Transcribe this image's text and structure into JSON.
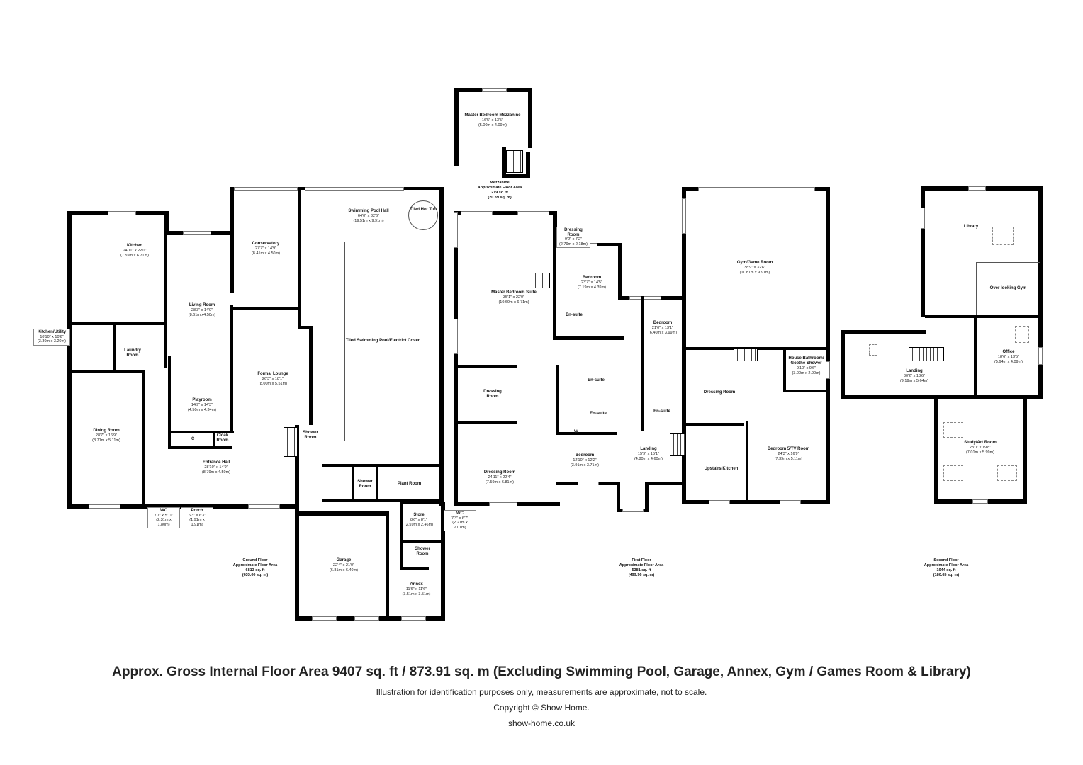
{
  "floors": {
    "ground": {
      "label": "Ground Floor",
      "area_label": "Approximate Floor Area",
      "sqft": "6813 sq. ft",
      "sqm": "(633.00 sq. m)",
      "rooms": {
        "kitchen": {
          "name": "Kitchen",
          "imperial": "24'11\" x 22'0\"",
          "metric": "(7.59m x 6.71m)"
        },
        "kitchen_utility": {
          "name": "Kitchen/Utility",
          "imperial": "10'10\" x 10'6\"",
          "metric": "(3.30m x 3.20m)"
        },
        "laundry": {
          "name": "Laundry Room"
        },
        "living": {
          "name": "Living Room",
          "imperial": "28'3\" x 14'9\"",
          "metric": "(8.61m x4.50m)"
        },
        "conservatory": {
          "name": "Conservatory",
          "imperial": "27'7\" x 14'9\"",
          "metric": "(8.41m x 4.50m)"
        },
        "pool_hall": {
          "name": "Swimming Pool Hall",
          "imperial": "64'0\" x 32'6\"",
          "metric": "(19.51m x 9.91m)"
        },
        "hot_tub": {
          "name": "Tiled Hot Tub"
        },
        "pool": {
          "name": "Tiled Swimming Pool/Electrict Cover"
        },
        "formal_lounge": {
          "name": "Formal Lounge",
          "imperial": "26'3\" x 18'1\"",
          "metric": "(8.00m x 5.51m)"
        },
        "playroom": {
          "name": "Playroom",
          "imperial": "14'9\" x 14'3\"",
          "metric": "(4.50m x 4.34m)"
        },
        "dining": {
          "name": "Dining Room",
          "imperial": "28'7\" x 16'9\"",
          "metric": "(8.71m x 5.11m)"
        },
        "cloak": {
          "name": "Cloak Room"
        },
        "entrance_hall": {
          "name": "Entrance Hall",
          "imperial": "28'10\" x 14'9\"",
          "metric": "(8.79m x 4.50m)"
        },
        "wc1": {
          "name": "WC",
          "imperial": "7'7\" x 5'11\"",
          "metric": "(2.31m x 1.80m)"
        },
        "porch": {
          "name": "Porch",
          "imperial": "6'3\" x 6'3\"",
          "metric": "(1.91m x 1.91m)"
        },
        "shower_room1": {
          "name": "Shower Room"
        },
        "shower_room2": {
          "name": "Shower Room"
        },
        "plant_room": {
          "name": "Plant Room"
        },
        "wc2": {
          "name": "WC",
          "imperial": "7'3\" x 6'7\"",
          "metric": "(2.21m x 2.01m)"
        },
        "store": {
          "name": "Store",
          "imperial": "8'6\" x 8'1\"",
          "metric": "(2.59m x 2.46m)"
        },
        "shower_room3": {
          "name": "Shower Room"
        },
        "garage": {
          "name": "Garage",
          "imperial": "22'4\" x 21'0\"",
          "metric": "(6.81m x 6.40m)"
        },
        "annex": {
          "name": "Annex",
          "imperial": "11'6\" x 11'6\"",
          "metric": "(3.51m x 3.51m)"
        },
        "cupboard": "C"
      }
    },
    "mezzanine": {
      "label": "Mezzanine",
      "area_label": "Approximate Floor Area",
      "sqft": "219 sq. ft",
      "sqm": "(20.39 sq. m)",
      "rooms": {
        "master_mezz": {
          "name": "Master Bedroom Mezzanine",
          "imperial": "16'5\" x 13'5\"",
          "metric": "(5.00m x 4.09m)"
        }
      }
    },
    "first": {
      "label": "First Floor",
      "area_label": "Approximate Floor Area",
      "sqft": "5381 sq. ft",
      "sqm": "(499.96 sq. m)",
      "rooms": {
        "master_suite": {
          "name": "Master Bedroom Suite",
          "imperial": "35'1\" x 22'0\"",
          "metric": "(10.69m x 6.71m)"
        },
        "dressing_small": {
          "name": "Dressing Room",
          "imperial": "9'2\" x 7'2\"",
          "metric": "(2.79m x 2.18m)"
        },
        "bedroom1": {
          "name": "Bedroom",
          "imperial": "23'7\" x 14'5\"",
          "metric": "(7.19m x 4.39m)"
        },
        "ensuite1": {
          "name": "En-suite"
        },
        "bedroom2": {
          "name": "Bedroom",
          "imperial": "21'0\" x 13'1\"",
          "metric": "(6.40m x 3.99m)"
        },
        "gym": {
          "name": "Gym/Game Room",
          "imperial": "38'9\" x 32'6\"",
          "metric": "(11.81m x 9.91m)"
        },
        "dressing2": {
          "name": "Dressing Room"
        },
        "ensuite2": {
          "name": "En-suite"
        },
        "ensuite3": {
          "name": "En-suite"
        },
        "ensuite4": {
          "name": "En-suite"
        },
        "dressing_large": {
          "name": "Dressing Room",
          "imperial": "24'11\" x 22'4\"",
          "metric": "(7.59m x 6.81m)"
        },
        "bedroom3": {
          "name": "Bedroom",
          "imperial": "12'10\" x 12'2\"",
          "metric": "(3.91m x 3.71m)"
        },
        "landing": {
          "name": "Landing",
          "imperial": "15'9\" x 15'1\"",
          "metric": "(4.80m x 4.60m)"
        },
        "dressing3": {
          "name": "Dressing Room"
        },
        "house_bath": {
          "name": "House Bathroom/ Goethe Shower",
          "imperial": "9'10\" x 9'6\"",
          "metric": "(3.00m x 2.90m)"
        },
        "upstairs_kitchen": {
          "name": "Upstairs Kitchen"
        },
        "bedroom_tv": {
          "name": "Bedroom 5/TV Room",
          "imperial": "24'3\" x 16'9\"",
          "metric": "(7.39m x 5.11m)"
        },
        "wardrobe": "W"
      }
    },
    "second": {
      "label": "Second Floor",
      "area_label": "Approximate Floor Area",
      "sqft": "1944 sq. ft",
      "sqm": "(180.65 sq. m)",
      "rooms": {
        "library": {
          "name": "Library"
        },
        "overlook": {
          "name": "Over looking Gym"
        },
        "landing": {
          "name": "Landing",
          "imperial": "30'2\" x 18'6\"",
          "metric": "(9.19m x 5.64m)"
        },
        "office": {
          "name": "Office",
          "imperial": "18'6\" x 13'5\"",
          "metric": "(5.64m x 4.09m)"
        },
        "study": {
          "name": "Study/Art Room",
          "imperial": "23'0\" x 19'8\"",
          "metric": "(7.01m x 5.99m)"
        }
      }
    }
  },
  "footer": {
    "headline": "Approx. Gross Internal Floor Area 9407 sq. ft / 873.91 sq. m (Excluding Swimming Pool, Garage, Annex, Gym / Games Room & Library)",
    "disclaimer": "Illustration for identification purposes only, measurements are approximate, not to scale.",
    "copyright": "Copyright © Show Home.",
    "website": "show-home.co.uk"
  }
}
